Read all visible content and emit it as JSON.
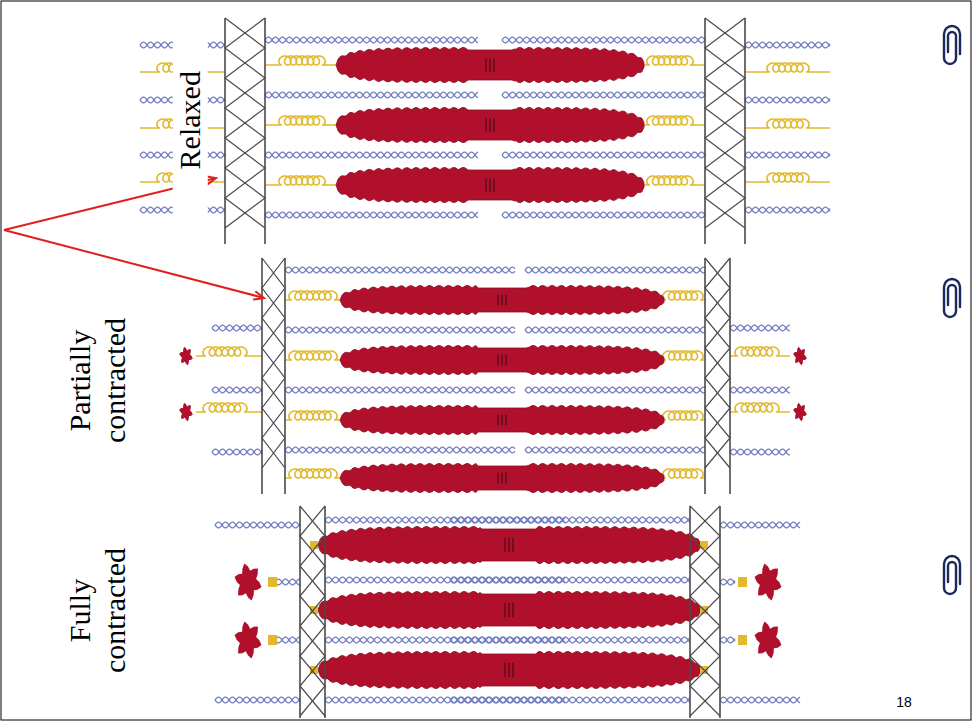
{
  "diagram": {
    "labels": [
      "Relaxed",
      "Partially contracted",
      "Fully contracted",
      "18"
    ]
  }
}
